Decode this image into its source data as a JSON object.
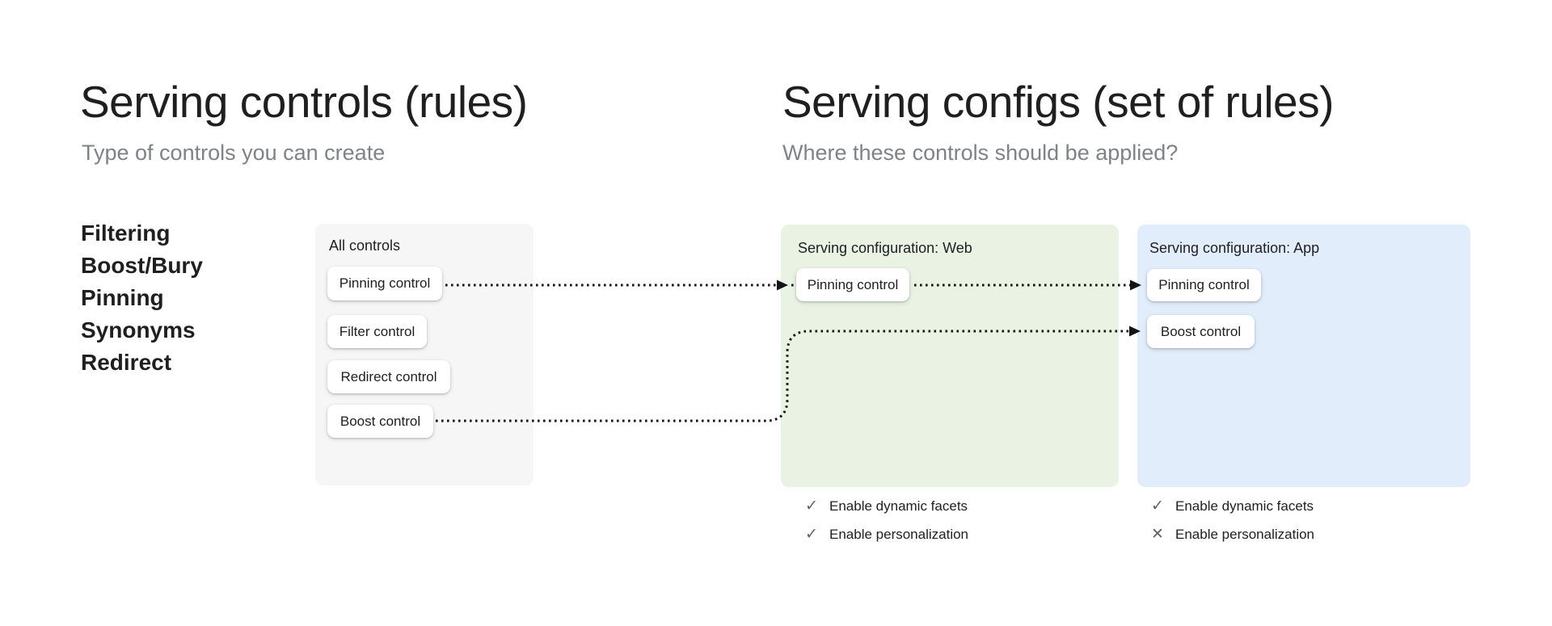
{
  "left_section": {
    "title": "Serving controls (rules)",
    "subtitle": "Type of controls you can create",
    "control_types": [
      "Filtering",
      "Boost/Bury",
      "Pinning",
      "Synonyms",
      "Redirect"
    ],
    "panel": {
      "title": "All controls",
      "controls": [
        "Pinning control",
        "Filter control",
        "Redirect control",
        "Boost control"
      ]
    }
  },
  "right_section": {
    "title": "Serving configs (set of rules)",
    "subtitle": "Where these controls should be applied?",
    "configs": [
      {
        "title": "Serving configuration: Web",
        "controls": [
          "Pinning control"
        ],
        "features": [
          {
            "label": "Enable dynamic facets",
            "enabled": true
          },
          {
            "label": "Enable personalization",
            "enabled": true
          }
        ]
      },
      {
        "title": "Serving configuration: App",
        "controls": [
          "Pinning control",
          "Boost control"
        ],
        "features": [
          {
            "label": "Enable dynamic facets",
            "enabled": true
          },
          {
            "label": "Enable personalization",
            "enabled": false
          }
        ]
      }
    ]
  },
  "icons": {
    "check": "✓",
    "cross": "✕"
  },
  "colors": {
    "panel_gray": "#f6f6f6",
    "panel_green": "#e9f2e3",
    "panel_blue": "#e1edfa",
    "heading_text": "#1f1f1f",
    "subtitle_text": "#7e8387",
    "body_text": "#202124",
    "icon_gray": "#5f6368",
    "connector": "#141414",
    "chip_bg": "#ffffff"
  }
}
